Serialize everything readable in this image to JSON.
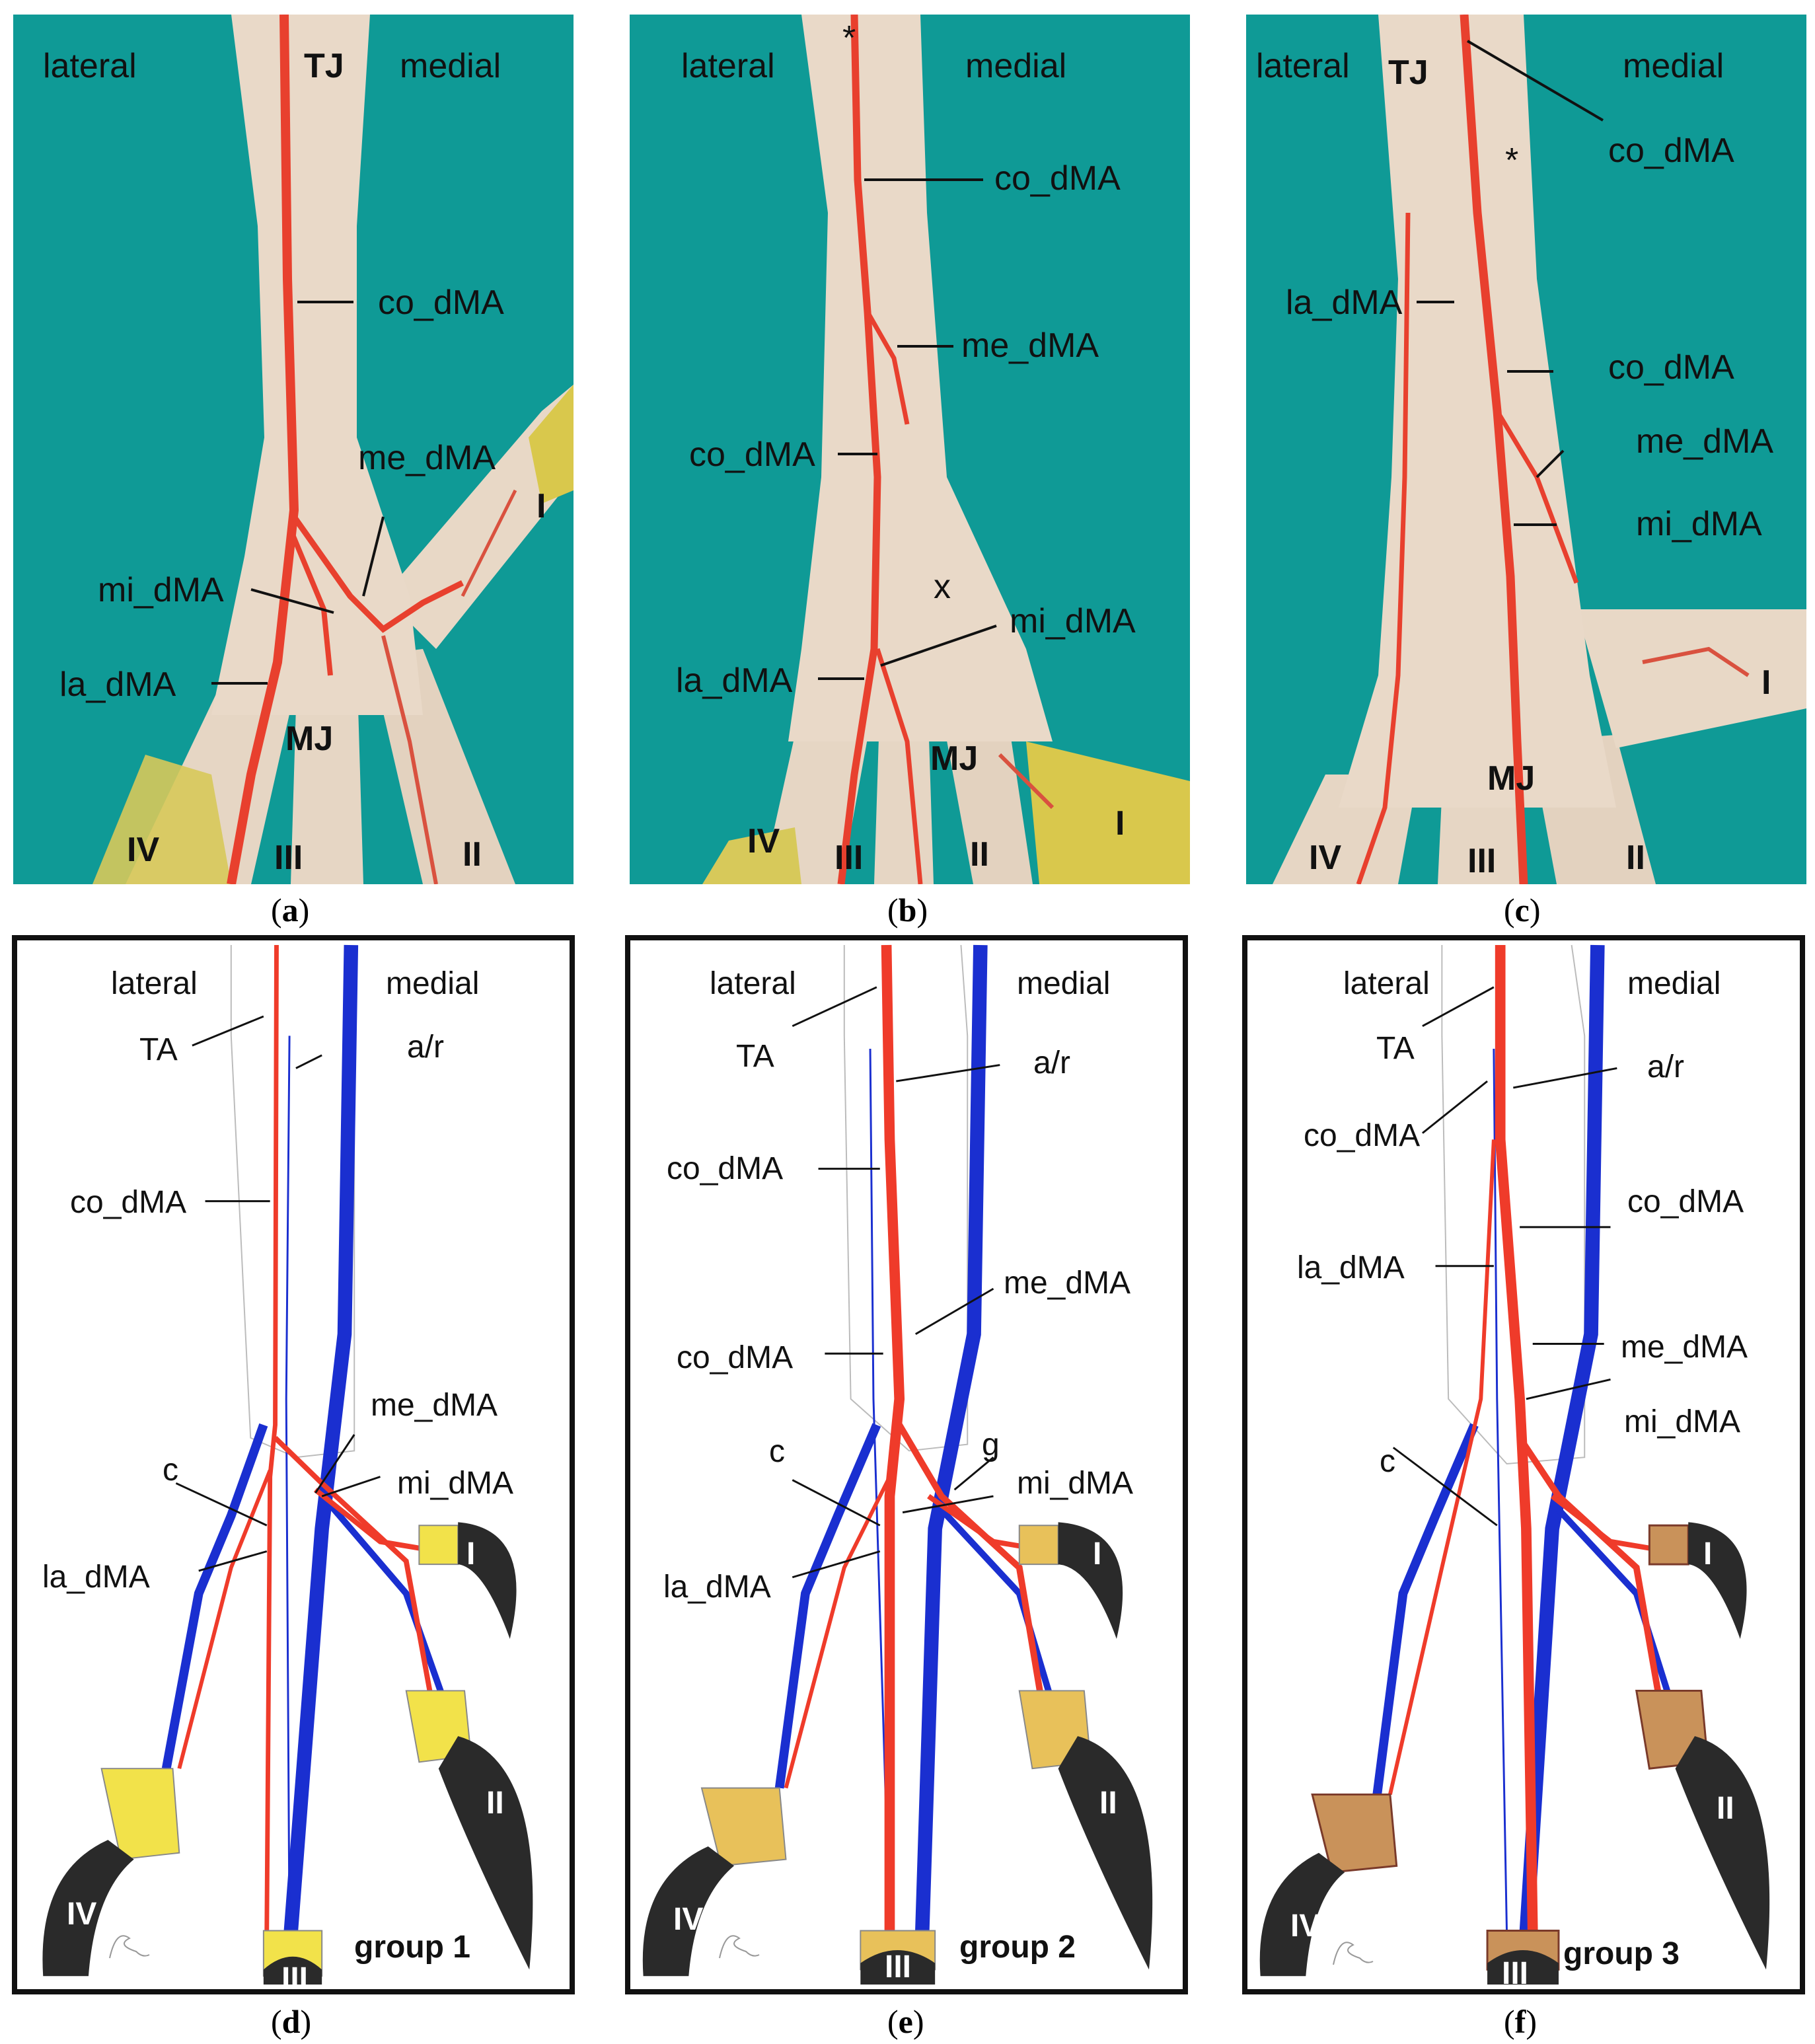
{
  "colors": {
    "background": "#0f9a96",
    "tissue": "#e9d9c8",
    "artery": "#ef3b2a",
    "vein": "#1a2fd0",
    "scale": "#f2e24a",
    "claw": "#2a2a2a"
  },
  "terms": {
    "lateral": "lateral",
    "medial": "medial",
    "TJ": "TJ",
    "MJ": "MJ",
    "TA": "TA",
    "ar": "a/r",
    "co": "co_dMA",
    "me": "me_dMA",
    "mi": "mi_dMA",
    "la": "la_dMA",
    "c": "c",
    "g": "g",
    "x": "x",
    "star": "*",
    "dI": "I",
    "dII": "II",
    "dIII": "III",
    "dIV": "IV"
  },
  "groups": {
    "g1": "group 1",
    "g2": "group 2",
    "g3": "group 3"
  },
  "captions": {
    "a": "a",
    "b": "b",
    "c": "c",
    "d": "d",
    "e": "e",
    "f": "f"
  },
  "icons": [
    "artist-signature-icon"
  ]
}
